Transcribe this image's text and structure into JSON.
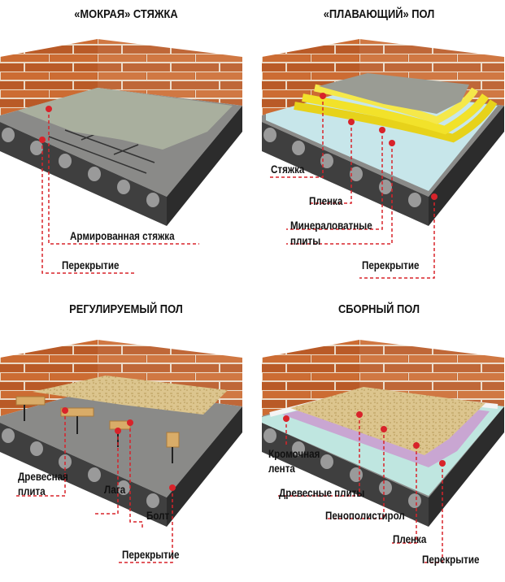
{
  "panels": [
    {
      "title": "«МОКРАЯ» СТЯЖКА",
      "labels": [
        "Армированная стяжка",
        "Перекрытие"
      ]
    },
    {
      "title": "«ПЛАВАЮЩИЙ» ПОЛ",
      "labels": [
        "Стяжка",
        "Пленка",
        "Минераловатные",
        "плиты",
        "Перекрытие"
      ]
    },
    {
      "title": "РЕГУЛИРУЕМЫЙ ПОЛ",
      "labels": [
        "Древесная",
        "плита",
        "Лага",
        "Болт",
        "Перекрытие"
      ]
    },
    {
      "title": "СБОРНЫЙ ПОЛ",
      "labels": [
        "Кромочная",
        "лента",
        "Древесные плиты",
        "Пенополистирол",
        "Пленка",
        "Перекрытие"
      ]
    }
  ],
  "colors": {
    "brick": "#c0622b",
    "mortar": "#e8d8c8",
    "slab": "#4a4a4a",
    "leader": "#d8232a"
  }
}
